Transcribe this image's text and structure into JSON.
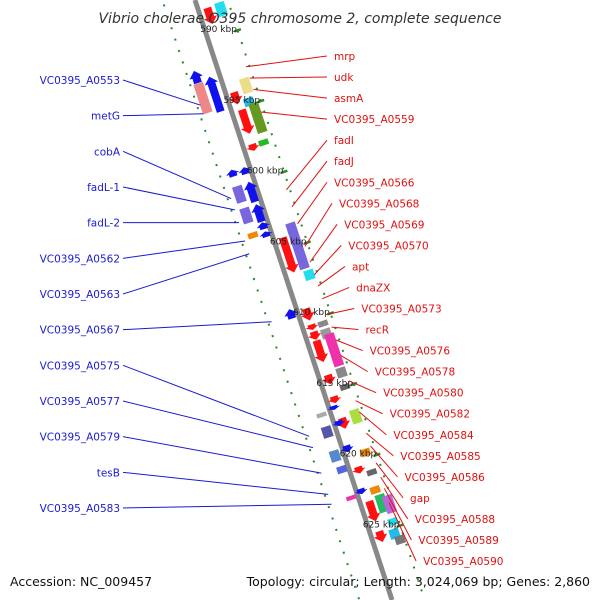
{
  "title": "Vibrio cholerae O395 chromosome 2, complete sequence",
  "footer": {
    "accession": "Accession: NC_009457",
    "summary": "Topology: circular; Length: 3,024,069 bp; Genes: 2,860"
  },
  "colors": {
    "backbone": "#888888",
    "tick": "#2a8a2a",
    "left_label": "#1a1ad0",
    "right_label": "#e01010"
  },
  "kbp_ticks": [
    {
      "label": "590 kbp",
      "kb": 590
    },
    {
      "label": "595 kbp",
      "kb": 595
    },
    {
      "label": "600 kbp",
      "kb": 600
    },
    {
      "label": "605 kbp",
      "kb": 605
    },
    {
      "label": "610 kbp",
      "kb": 610
    },
    {
      "label": "615 kbp",
      "kb": 615
    },
    {
      "label": "620 kbp",
      "kb": 620
    },
    {
      "label": "625 kbp",
      "kb": 625
    }
  ],
  "left_genes": [
    {
      "label": "VC0395_A0553",
      "kb": 594.0
    },
    {
      "label": "metG",
      "kb": 594.6
    },
    {
      "label": "cobA",
      "kb": 600.6
    },
    {
      "label": "fadL-1",
      "kb": 601.4
    },
    {
      "label": "fadL-2",
      "kb": 602.3
    },
    {
      "label": "VC0395_A0562",
      "kb": 603.6
    },
    {
      "label": "VC0395_A0563",
      "kb": 604.5
    },
    {
      "label": "VC0395_A0567",
      "kb": 609.3
    },
    {
      "label": "VC0395_A0575",
      "kb": 617.4
    },
    {
      "label": "VC0395_A0577",
      "kb": 618.2
    },
    {
      "label": "VC0395_A0579",
      "kb": 620.0
    },
    {
      "label": "tesB",
      "kb": 621.5
    },
    {
      "label": "VC0395_A0583",
      "kb": 622.2
    }
  ],
  "right_genes": [
    {
      "label": "mrp",
      "kb": 592.5
    },
    {
      "label": "udk",
      "kb": 593.3
    },
    {
      "label": "asmA",
      "kb": 594.1
    },
    {
      "label": "VC0395_A0559",
      "kb": 595.7
    },
    {
      "label": "fadI",
      "kb": 601.2
    },
    {
      "label": "fadJ",
      "kb": 602.4
    },
    {
      "label": "VC0395_A0566",
      "kb": 603.6
    },
    {
      "label": "VC0395_A0568",
      "kb": 605.2
    },
    {
      "label": "VC0395_A0569",
      "kb": 606.3
    },
    {
      "label": "VC0395_A0570",
      "kb": 607.2
    },
    {
      "label": "apt",
      "kb": 608.0
    },
    {
      "label": "dnaZX",
      "kb": 608.9
    },
    {
      "label": "VC0395_A0573",
      "kb": 610.0
    },
    {
      "label": "recR",
      "kb": 610.9
    },
    {
      "label": "VC0395_A0576",
      "kb": 611.8
    },
    {
      "label": "VC0395_A0578",
      "kb": 612.9
    },
    {
      "label": "VC0395_A0580",
      "kb": 614.7
    },
    {
      "label": "VC0395_A0582",
      "kb": 616.1
    },
    {
      "label": "VC0395_A0584",
      "kb": 616.9
    },
    {
      "label": "VC0395_A0585",
      "kb": 618.4
    },
    {
      "label": "VC0395_A0586",
      "kb": 619.3
    },
    {
      "label": "gap",
      "kb": 620.5
    },
    {
      "label": "VC0395_A0588",
      "kb": 621.5
    },
    {
      "label": "VC0395_A0589",
      "kb": 622.3
    },
    {
      "label": "VC0395_A0590",
      "kb": 623.3
    }
  ],
  "features": [
    {
      "kind": "arrow",
      "kb": 588.5,
      "lane": 0.8,
      "len": 1.2,
      "color": "#ff1111"
    },
    {
      "kind": "box",
      "kb": 588.3,
      "lane": 1.9,
      "len": 1.0,
      "color": "#22ddee"
    },
    {
      "kind": "arrow",
      "kb": 592.1,
      "lane": -2.0,
      "len": 0.9,
      "color": "#1111ee"
    },
    {
      "kind": "box",
      "kb": 593.6,
      "lane": -2.0,
      "len": 2.2,
      "color": "#ee8888"
    },
    {
      "kind": "arrow",
      "kb": 593.6,
      "lane": -0.9,
      "len": 2.6,
      "color": "#1111ee"
    },
    {
      "kind": "box",
      "kb": 593.7,
      "lane": 1.9,
      "len": 1.1,
      "color": "#eedd88"
    },
    {
      "kind": "arrow",
      "kb": 594.3,
      "lane": 0.7,
      "len": 0.9,
      "color": "#ff1111"
    },
    {
      "kind": "box",
      "kb": 594.8,
      "lane": 1.7,
      "len": 0.6,
      "color": "#22bbee"
    },
    {
      "kind": "arrow",
      "kb": 596.0,
      "lane": 0.9,
      "len": 1.8,
      "color": "#ff1111"
    },
    {
      "kind": "box",
      "kb": 596.0,
      "lane": 2.0,
      "len": 2.2,
      "color": "#669922"
    },
    {
      "kind": "arrow",
      "kb": 597.8,
      "lane": 0.8,
      "len": 0.5,
      "color": "#ff1111"
    },
    {
      "kind": "box",
      "kb": 597.7,
      "lane": 1.8,
      "len": 0.4,
      "color": "#22bb22"
    },
    {
      "kind": "arrow",
      "kb": 599.0,
      "lane": -1.6,
      "len": 0.5,
      "color": "#1111ee"
    },
    {
      "kind": "arrow",
      "kb": 599.1,
      "lane": -0.5,
      "len": 0.5,
      "color": "#1111ee"
    },
    {
      "kind": "box",
      "kb": 600.5,
      "lane": -1.6,
      "len": 1.2,
      "color": "#7766dd"
    },
    {
      "kind": "arrow",
      "kb": 600.6,
      "lane": -0.5,
      "len": 1.5,
      "color": "#1111ee"
    },
    {
      "kind": "box",
      "kb": 602.0,
      "lane": -1.6,
      "len": 1.1,
      "color": "#7766dd"
    },
    {
      "kind": "arrow",
      "kb": 602.1,
      "lane": -0.5,
      "len": 1.3,
      "color": "#1111ee"
    },
    {
      "kind": "arrow",
      "kb": 603.0,
      "lane": -0.5,
      "len": 0.5,
      "color": "#1111ee"
    },
    {
      "kind": "box",
      "kb": 603.4,
      "lane": -1.6,
      "len": 0.4,
      "color": "#ee8800"
    },
    {
      "kind": "arrow",
      "kb": 603.6,
      "lane": -0.5,
      "len": 0.4,
      "color": "#1111ee"
    },
    {
      "kind": "arrow",
      "kb": 605.4,
      "lane": 0.8,
      "len": 2.6,
      "color": "#ff1111"
    },
    {
      "kind": "box",
      "kb": 605.0,
      "lane": 1.8,
      "len": 3.4,
      "color": "#7766dd"
    },
    {
      "kind": "box",
      "kb": 607.1,
      "lane": 2.0,
      "len": 0.7,
      "color": "#22ddee"
    },
    {
      "kind": "arrow",
      "kb": 609.2,
      "lane": -0.6,
      "len": 0.7,
      "color": "#1111ee"
    },
    {
      "kind": "arrow",
      "kb": 609.6,
      "lane": 0.8,
      "len": 0.9,
      "color": "#ff1111"
    },
    {
      "kind": "arrow",
      "kb": 610.5,
      "lane": 0.8,
      "len": 0.4,
      "color": "#ff1111"
    },
    {
      "kind": "box",
      "kb": 610.5,
      "lane": 1.8,
      "len": 0.4,
      "color": "#888888"
    },
    {
      "kind": "arrow",
      "kb": 611.1,
      "lane": 0.8,
      "len": 0.6,
      "color": "#ff1111"
    },
    {
      "kind": "box",
      "kb": 611.2,
      "lane": 1.8,
      "len": 0.7,
      "color": "#999999"
    },
    {
      "kind": "arrow",
      "kb": 612.2,
      "lane": 0.8,
      "len": 1.6,
      "color": "#ff1111"
    },
    {
      "kind": "box",
      "kb": 612.4,
      "lane": 2.0,
      "len": 2.4,
      "color": "#ee33aa"
    },
    {
      "kind": "box",
      "kb": 614.0,
      "lane": 2.0,
      "len": 0.7,
      "color": "#888888"
    },
    {
      "kind": "arrow",
      "kb": 614.2,
      "lane": 0.8,
      "len": 0.7,
      "color": "#ff1111"
    },
    {
      "kind": "box",
      "kb": 615.0,
      "lane": 1.9,
      "len": 0.4,
      "color": "#666666"
    },
    {
      "kind": "arrow",
      "kb": 615.6,
      "lane": 0.7,
      "len": 0.5,
      "color": "#ff1111"
    },
    {
      "kind": "box",
      "kb": 616.3,
      "lane": -0.8,
      "len": 0.3,
      "color": "#aaaaaa"
    },
    {
      "kind": "arrow",
      "kb": 616.1,
      "lane": 0.4,
      "len": 0.3,
      "color": "#1111ee"
    },
    {
      "kind": "box",
      "kb": 617.1,
      "lane": 2.0,
      "len": 1.0,
      "color": "#aadd44"
    },
    {
      "kind": "arrow",
      "kb": 617.3,
      "lane": 0.8,
      "len": 0.8,
      "color": "#ff1111"
    },
    {
      "kind": "box",
      "kb": 617.5,
      "lane": -0.8,
      "len": 0.8,
      "color": "#5555aa"
    },
    {
      "kind": "arrow",
      "kb": 617.2,
      "lane": 0.4,
      "len": 0.4,
      "color": "#1111ee"
    },
    {
      "kind": "box",
      "kb": 619.2,
      "lane": -0.8,
      "len": 0.8,
      "color": "#5588cc"
    },
    {
      "kind": "arrow",
      "kb": 619.0,
      "lane": 0.4,
      "len": 0.5,
      "color": "#1111ee"
    },
    {
      "kind": "box",
      "kb": 619.6,
      "lane": 1.8,
      "len": 0.5,
      "color": "#ee8800"
    },
    {
      "kind": "box",
      "kb": 620.2,
      "lane": -0.6,
      "len": 0.5,
      "color": "#5566dd"
    },
    {
      "kind": "arrow",
      "kb": 620.6,
      "lane": 0.8,
      "len": 0.5,
      "color": "#ff1111"
    },
    {
      "kind": "box",
      "kb": 621.0,
      "lane": 1.8,
      "len": 0.4,
      "color": "#666666"
    },
    {
      "kind": "box",
      "kb": 622.2,
      "lane": -0.6,
      "len": 0.3,
      "color": "#ee33aa"
    },
    {
      "kind": "arrow",
      "kb": 622.0,
      "lane": 0.4,
      "len": 0.4,
      "color": "#1111ee"
    },
    {
      "kind": "box",
      "kb": 622.2,
      "lane": 1.6,
      "len": 0.5,
      "color": "#ee8800"
    },
    {
      "kind": "arrow",
      "kb": 623.5,
      "lane": 0.8,
      "len": 1.5,
      "color": "#ff1111"
    },
    {
      "kind": "box",
      "kb": 623.2,
      "lane": 1.8,
      "len": 1.3,
      "color": "#22bb66"
    },
    {
      "kind": "box",
      "kb": 623.4,
      "lane": 2.4,
      "len": 1.3,
      "color": "#bb66dd"
    },
    {
      "kind": "box",
      "kb": 624.6,
      "lane": 2.2,
      "len": 0.5,
      "color": "#22ddee"
    },
    {
      "kind": "arrow",
      "kb": 625.3,
      "lane": 0.8,
      "len": 0.8,
      "color": "#ff1111"
    },
    {
      "kind": "box",
      "kb": 625.4,
      "lane": 2.0,
      "len": 0.7,
      "color": "#22bbee"
    },
    {
      "kind": "box",
      "kb": 625.9,
      "lane": 2.3,
      "len": 0.6,
      "color": "#777777"
    }
  ]
}
